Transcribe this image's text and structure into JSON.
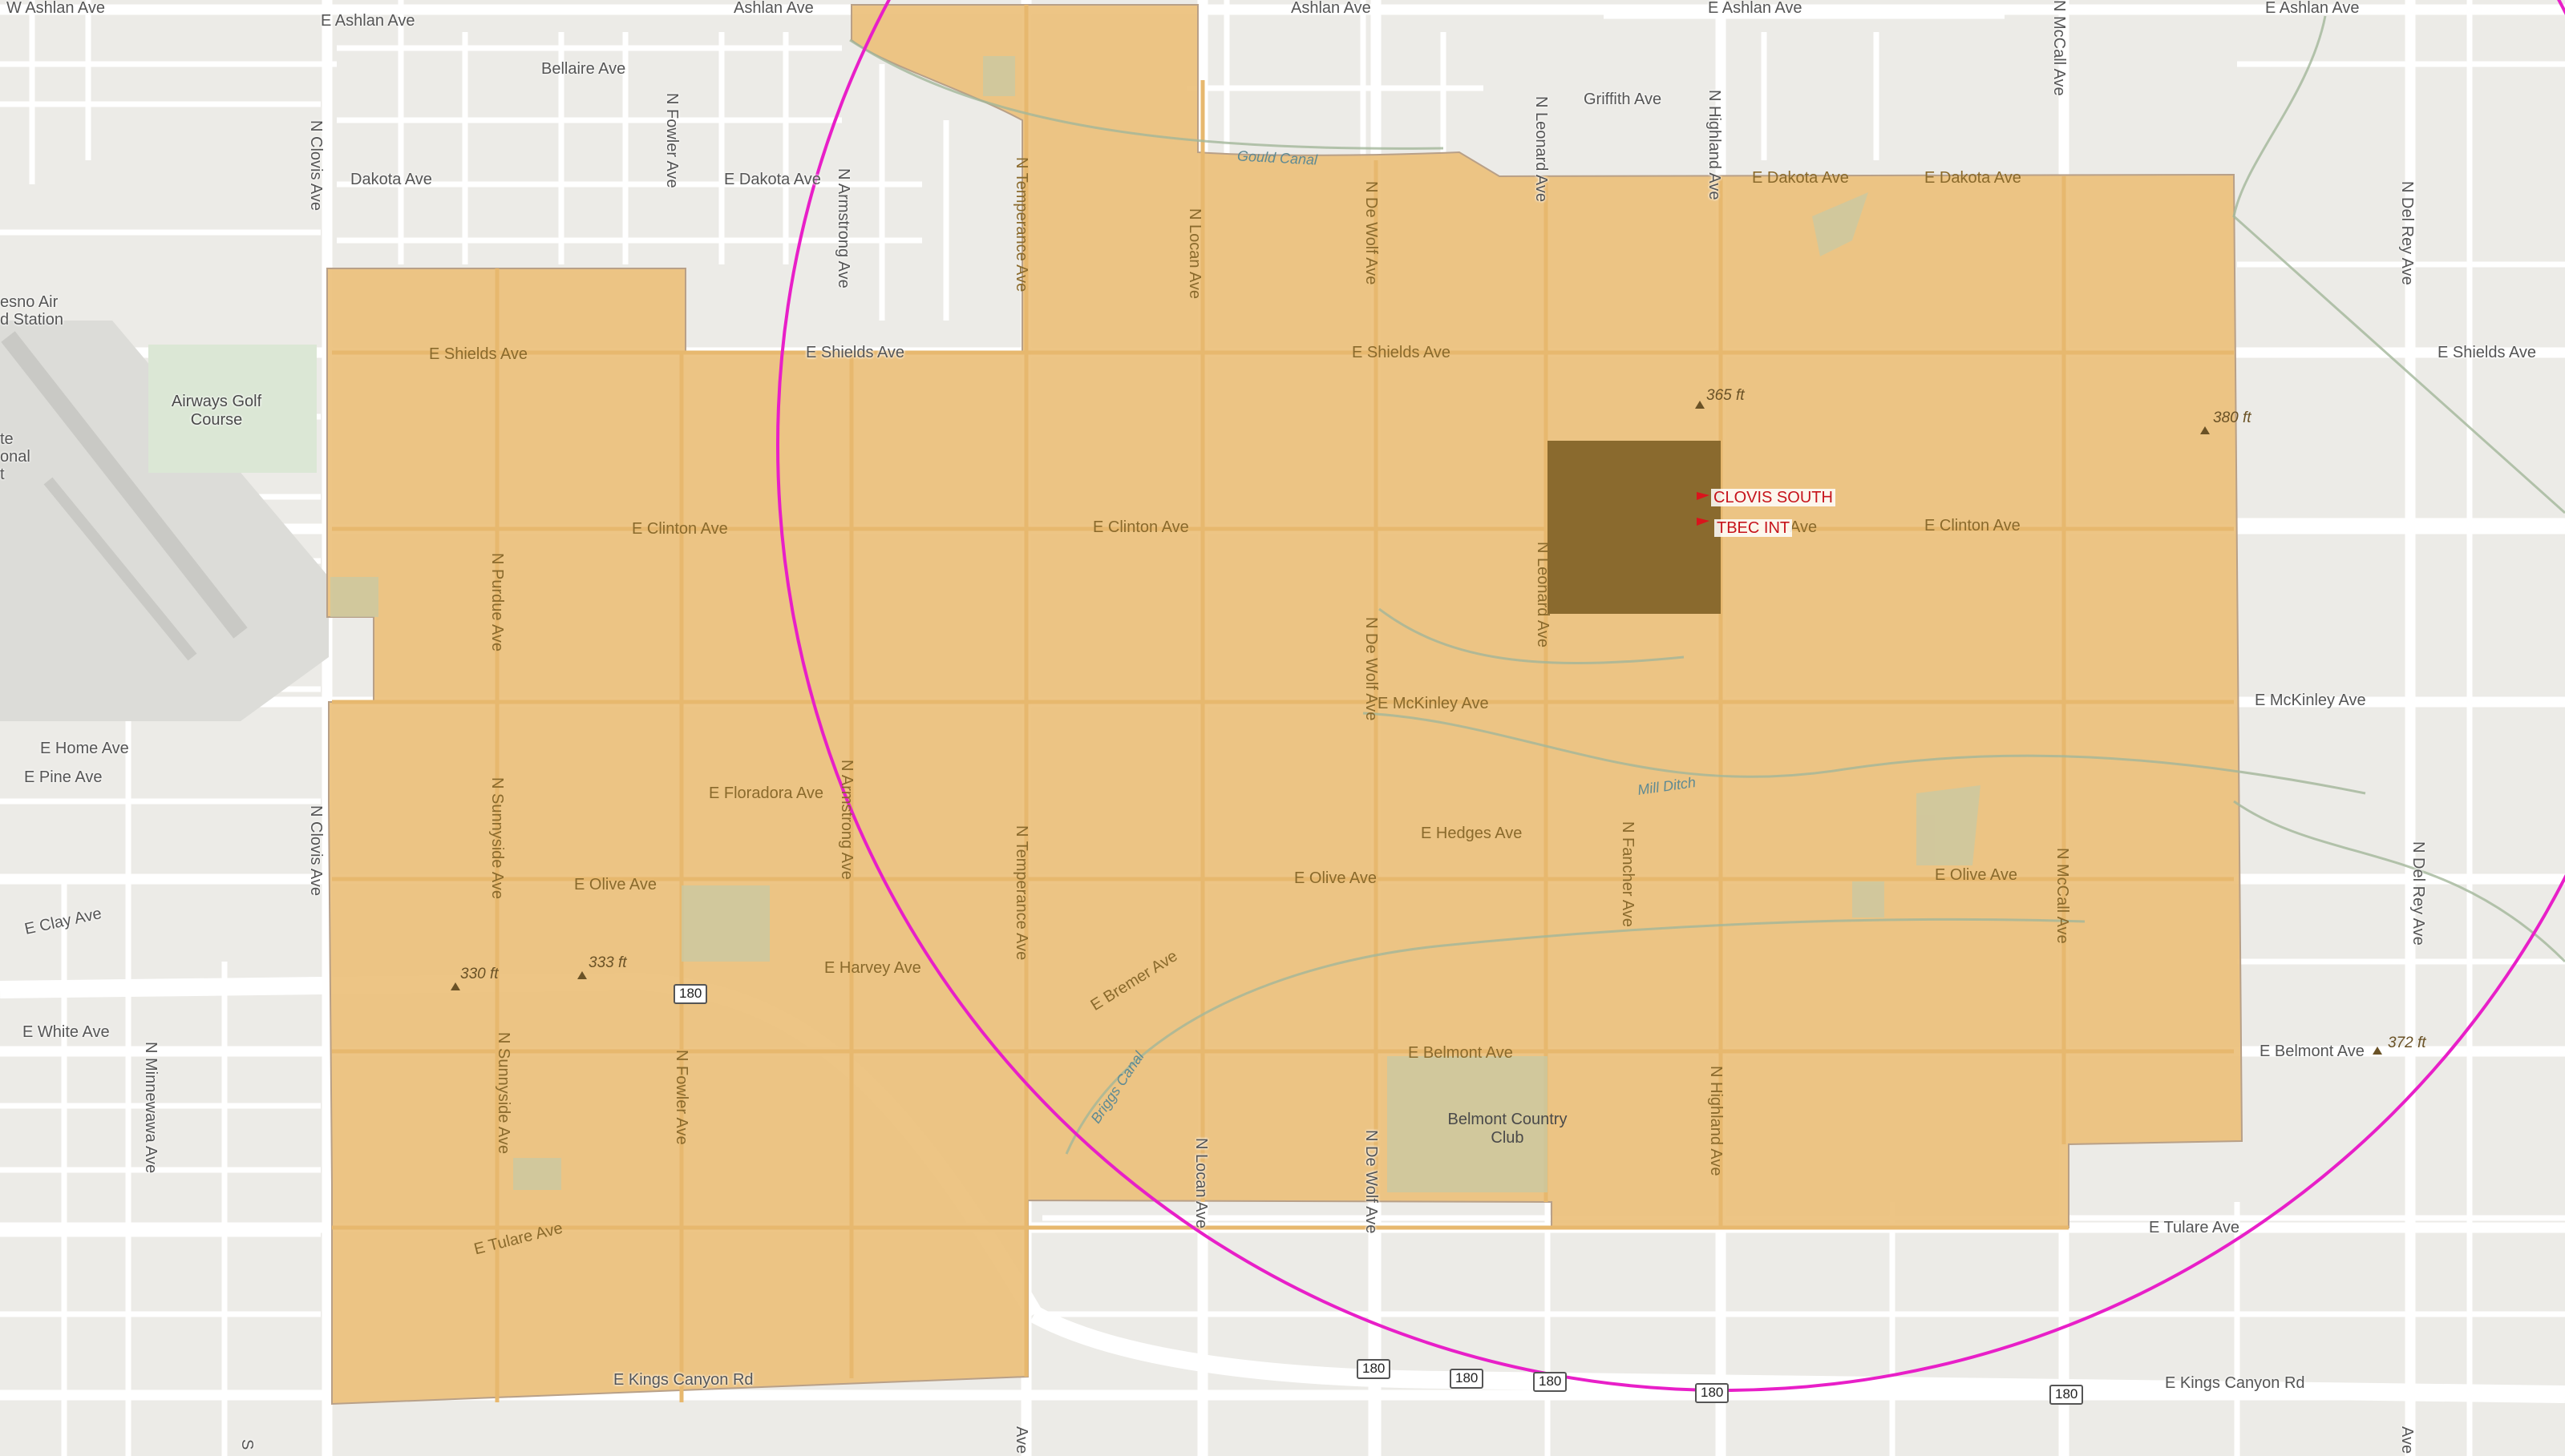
{
  "map": {
    "streets": {
      "ashlan_left": "W Ashlan Ave",
      "ashlan_1": "E Ashlan Ave",
      "ashlan_2": "Ashlan Ave",
      "ashlan_3": "Ashlan Ave",
      "ashlan_4": "E Ashlan Ave",
      "ashlan_5": "E Ashlan Ave",
      "bellaire": "Bellaire Ave",
      "griffith": "Griffith Ave",
      "dakota_1": "Dakota Ave",
      "dakota_2": "E Dakota Ave",
      "dakota_3": "E Dakota Ave",
      "dakota_4": "E Dakota Ave",
      "shields_1": "E Shields Ave",
      "shields_2": "E Shields Ave",
      "shields_3": "E Shields Ave",
      "shields_4": "E Shields Ave",
      "clinton_1": "E Clinton Ave",
      "clinton_2": "E Clinton Ave",
      "clinton_3": "E Clinton Ave",
      "clinton_4": "Ave",
      "mckinley_1": "E McKinley Ave",
      "mckinley_2": "E McKinley Ave",
      "home": "E Home Ave",
      "pine": "E Pine Ave",
      "floradora": "E Floradora Ave",
      "hedges": "E Hedges Ave",
      "olive_1": "E Olive Ave",
      "olive_2": "E Olive Ave",
      "olive_3": "E Olive Ave",
      "clay": "E Clay Ave",
      "harvey": "E Harvey Ave",
      "bremer": "E Bremer Ave",
      "white": "E White Ave",
      "belmont_1": "E Belmont Ave",
      "belmont_2": "E Belmont Ave",
      "tulare_1": "E Tulare Ave",
      "tulare_2": "E Tulare Ave",
      "kings_1": "E Kings Canyon Rd",
      "kings_2": "E Kings Canyon Rd",
      "n_clovis_1": "N Clovis Ave",
      "n_clovis_2": "N Clovis Ave",
      "n_fowler_1": "N Fowler Ave",
      "n_fowler_2": "N Fowler Ave",
      "n_armstrong_1": "N Armstrong Ave",
      "n_armstrong_2": "N Armstrong Ave",
      "n_temperance_1": "N Temperance Ave",
      "n_temperance_2": "N Temperance Ave",
      "n_temperance_3": "Ave",
      "n_locan_1": "N Locan Ave",
      "n_locan_2": "N Locan Ave",
      "n_dewolf_1": "N De Wolf Ave",
      "n_dewolf_2": "N De Wolf Ave",
      "n_dewolf_3": "N De Wolf Ave",
      "n_leonard_1": "N Leonard Ave",
      "n_leonard_2": "N Leonard Ave",
      "n_highland_1": "N Highland Ave",
      "n_highland_2": "N Highland Ave",
      "n_fancher": "N Fancher Ave",
      "n_mccall_1": "N McCall Ave",
      "n_mccall_2": "N McCall Ave",
      "n_delrey_1": "N Del Rey Ave",
      "n_delrey_2": "N Del Rey Ave",
      "n_delrey_3": "Ave",
      "n_purdue": "N Purdue Ave",
      "n_sunnyside_1": "N Sunnyside Ave",
      "n_sunnyside_2": "N Sunnyside Ave",
      "n_minnewawa": "N Minnewawa Ave",
      "s_clovis": "S"
    },
    "water": {
      "gould_canal": "Gould Canal",
      "mill_ditch": "Mill Ditch",
      "briggs_canal": "Briggs Canal"
    },
    "poi": {
      "golf": "Airways Golf Course",
      "airport_1": "esno Air",
      "airport_2": "d Station",
      "airport_3": "te",
      "airport_4": "onal",
      "airport_5": "t",
      "belmont_cc": "Belmont Country Club"
    },
    "elevations": {
      "e365": "365 ft",
      "e380": "380 ft",
      "e330": "330 ft",
      "e333": "333 ft",
      "e372": "372 ft"
    },
    "highway": {
      "route": "180"
    },
    "schools": {
      "clovis_south": "CLOVIS SOUTH",
      "tbec": "TBEC INT"
    },
    "colors": {
      "zone_fill": "#ecc27e",
      "zone_highlight": "#8a6a2e",
      "radius_circle": "#e81fc8",
      "school_marker": "#d9141c"
    }
  }
}
